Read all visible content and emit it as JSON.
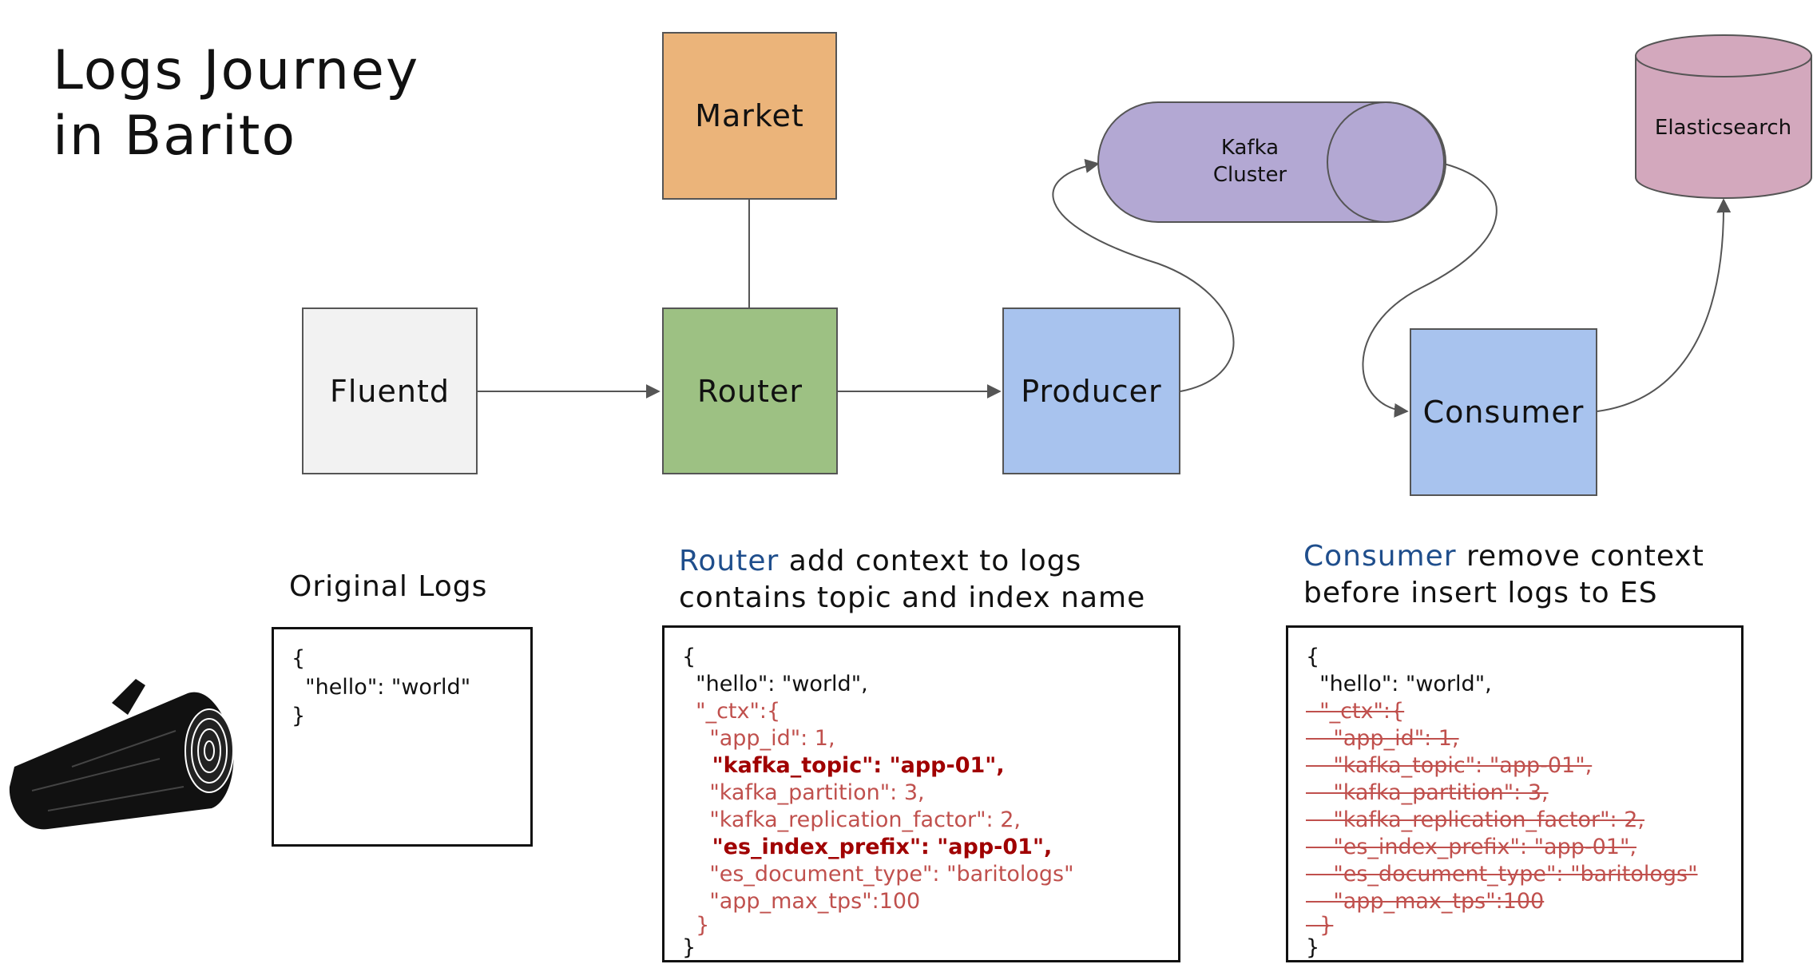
{
  "title": {
    "line1": "Logs Journey",
    "line2": "in Barito"
  },
  "nodes": {
    "market": "Market",
    "fluentd": "Fluentd",
    "router": "Router",
    "producer": "Producer",
    "kafka_line1": "Kafka",
    "kafka_line2": "Cluster",
    "elasticsearch": "Elasticsearch",
    "consumer": "Consumer"
  },
  "colors": {
    "market": "#ebb47a",
    "fluentd": "#f2f2f2",
    "router": "#9dc183",
    "producer": "#a8c3ee",
    "kafka": "#b3a8d3",
    "elasticsearch": "#d3a8bd",
    "consumer": "#a8c3ee"
  },
  "original": {
    "caption": "Original Logs",
    "lines": [
      "{",
      "  \"hello\": \"world\"",
      "}"
    ]
  },
  "router_panel": {
    "caption_keyword": "Router",
    "caption_rest": " add context to logs",
    "caption_line2": "contains topic and index name",
    "lines": [
      "{",
      "  \"hello\": \"world\",",
      "  \"_ctx\":{",
      "    \"app_id\": 1,",
      "    \"kafka_topic\": \"app-01\",",
      "    \"kafka_partition\": 3,",
      "    \"kafka_replication_factor\": 2,",
      "    \"es_index_prefix\": \"app-01\",",
      "    \"es_document_type\": \"baritologs\"",
      "    \"app_max_tps\":100",
      "  }",
      "}"
    ]
  },
  "consumer_panel": {
    "caption_keyword": "Consumer",
    "caption_rest": " remove context",
    "caption_line2": "before insert logs to ES",
    "lines": [
      "{",
      "  \"hello\": \"world\",",
      "  \"_ctx\":{",
      "    \"app_id\": 1,",
      "    \"kafka_topic\": \"app-01\",",
      "    \"kafka_partition\": 3,",
      "    \"kafka_replication_factor\": 2,",
      "    \"es_index_prefix\": \"app-01\",",
      "    \"es_document_type\": \"baritologs\"",
      "    \"app_max_tps\":100",
      "  }",
      "}"
    ]
  },
  "icons": {
    "log": "wooden-log-icon"
  }
}
